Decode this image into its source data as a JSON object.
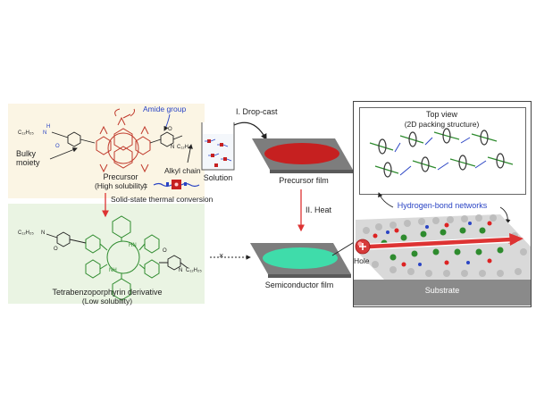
{
  "labels": {
    "amide_group": "Amide group",
    "bulky_moiety": "Bulky\nmoiety",
    "precursor": "Precursor",
    "precursor_solubility": "(High solubility)",
    "alkyl_chain": "Alkyl chain",
    "thermal_conversion": "Solid-state thermal conversion",
    "tbp_derivative": "Tetrabenzoporphyrin derivative",
    "tbp_solubility": "(Low solubility)",
    "step1": "I. Drop-cast",
    "solution": "Solution",
    "precursor_film": "Precursor film",
    "step2": "II. Heat",
    "semiconductor_film": "Semiconductor film",
    "top_view": "Top view",
    "packing": "(2D packing structure)",
    "hbond_networks": "Hydrogen-bond networks",
    "hole": "Hole",
    "substrate": "Substrate",
    "times": "×",
    "equals": "="
  },
  "chem": {
    "alkyl_left": "C₁₂H₂₅",
    "alkyl_right": "C₁₂H₂₅",
    "n": "N",
    "h": "H",
    "o": "O",
    "nh": "NH",
    "hn": "HN"
  },
  "colors": {
    "precursor": "#c0392b",
    "tbp": "#2e8b2e",
    "amide": "#2a44c4",
    "precursor_film": "#c62020",
    "semiconductor_film": "#3fdcaa",
    "arrow": "#d33"
  }
}
